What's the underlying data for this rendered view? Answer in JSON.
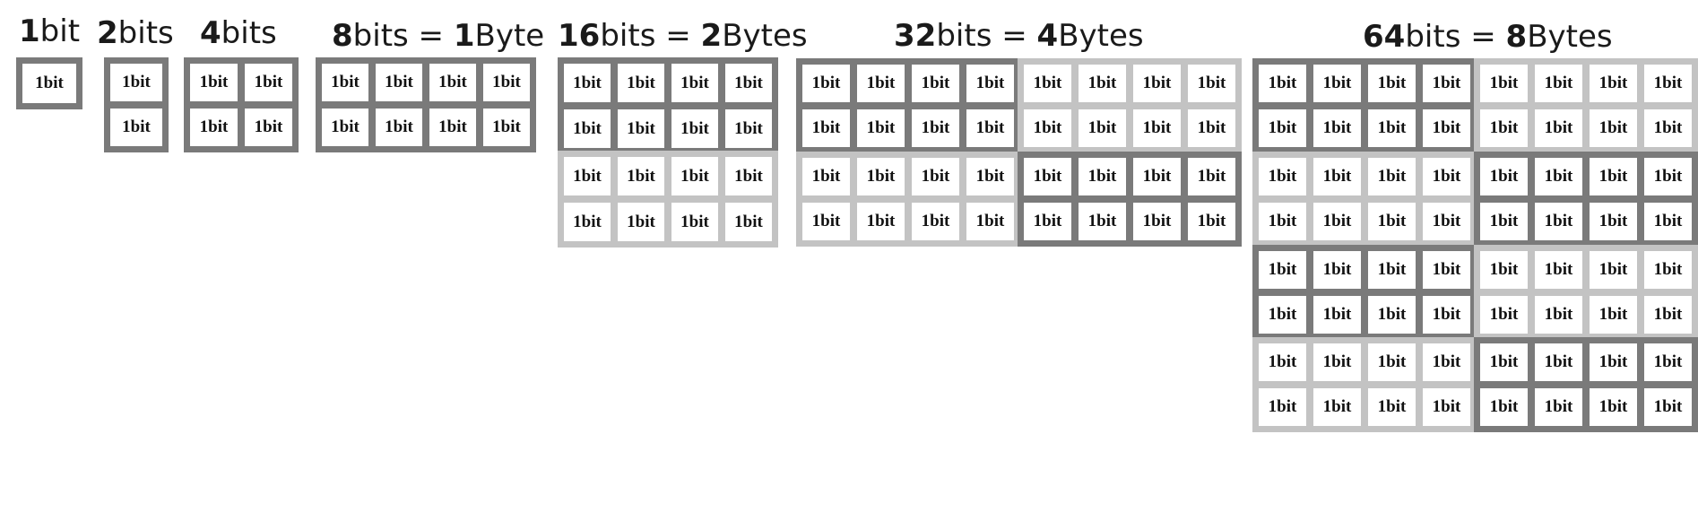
{
  "cell_label": "1bit",
  "colors": {
    "dark_border": "#7a7a7a",
    "light_border": "#c3c3c3",
    "text": "#111111",
    "background": "#ffffff"
  },
  "groups": [
    {
      "id": "1bit",
      "title_parts": [
        {
          "text": "1",
          "bold": true
        },
        {
          "text": "bit",
          "bold": false
        }
      ],
      "bits": 1
    },
    {
      "id": "2bits",
      "title_parts": [
        {
          "text": "2",
          "bold": true
        },
        {
          "text": "bits",
          "bold": false
        }
      ],
      "bits": 2
    },
    {
      "id": "4bits",
      "title_parts": [
        {
          "text": "4",
          "bold": true
        },
        {
          "text": "bits",
          "bold": false
        }
      ],
      "bits": 4
    },
    {
      "id": "8bits",
      "title_parts": [
        {
          "text": "8",
          "bold": true
        },
        {
          "text": "bits = ",
          "bold": false
        },
        {
          "text": "1",
          "bold": true
        },
        {
          "text": "Byte",
          "bold": false
        }
      ],
      "bits": 8
    },
    {
      "id": "16bits",
      "title_parts": [
        {
          "text": "16",
          "bold": true
        },
        {
          "text": "bits = ",
          "bold": false
        },
        {
          "text": "2",
          "bold": true
        },
        {
          "text": "Bytes",
          "bold": false
        }
      ],
      "bits": 16
    },
    {
      "id": "32bits",
      "title_parts": [
        {
          "text": "32",
          "bold": true
        },
        {
          "text": "bits = ",
          "bold": false
        },
        {
          "text": "4",
          "bold": true
        },
        {
          "text": "Bytes",
          "bold": false
        }
      ],
      "bits": 32
    },
    {
      "id": "64bits",
      "title_parts": [
        {
          "text": "64",
          "bold": true
        },
        {
          "text": "bits = ",
          "bold": false
        },
        {
          "text": "8",
          "bold": true
        },
        {
          "text": "Bytes",
          "bold": false
        }
      ],
      "bits": 64
    }
  ]
}
